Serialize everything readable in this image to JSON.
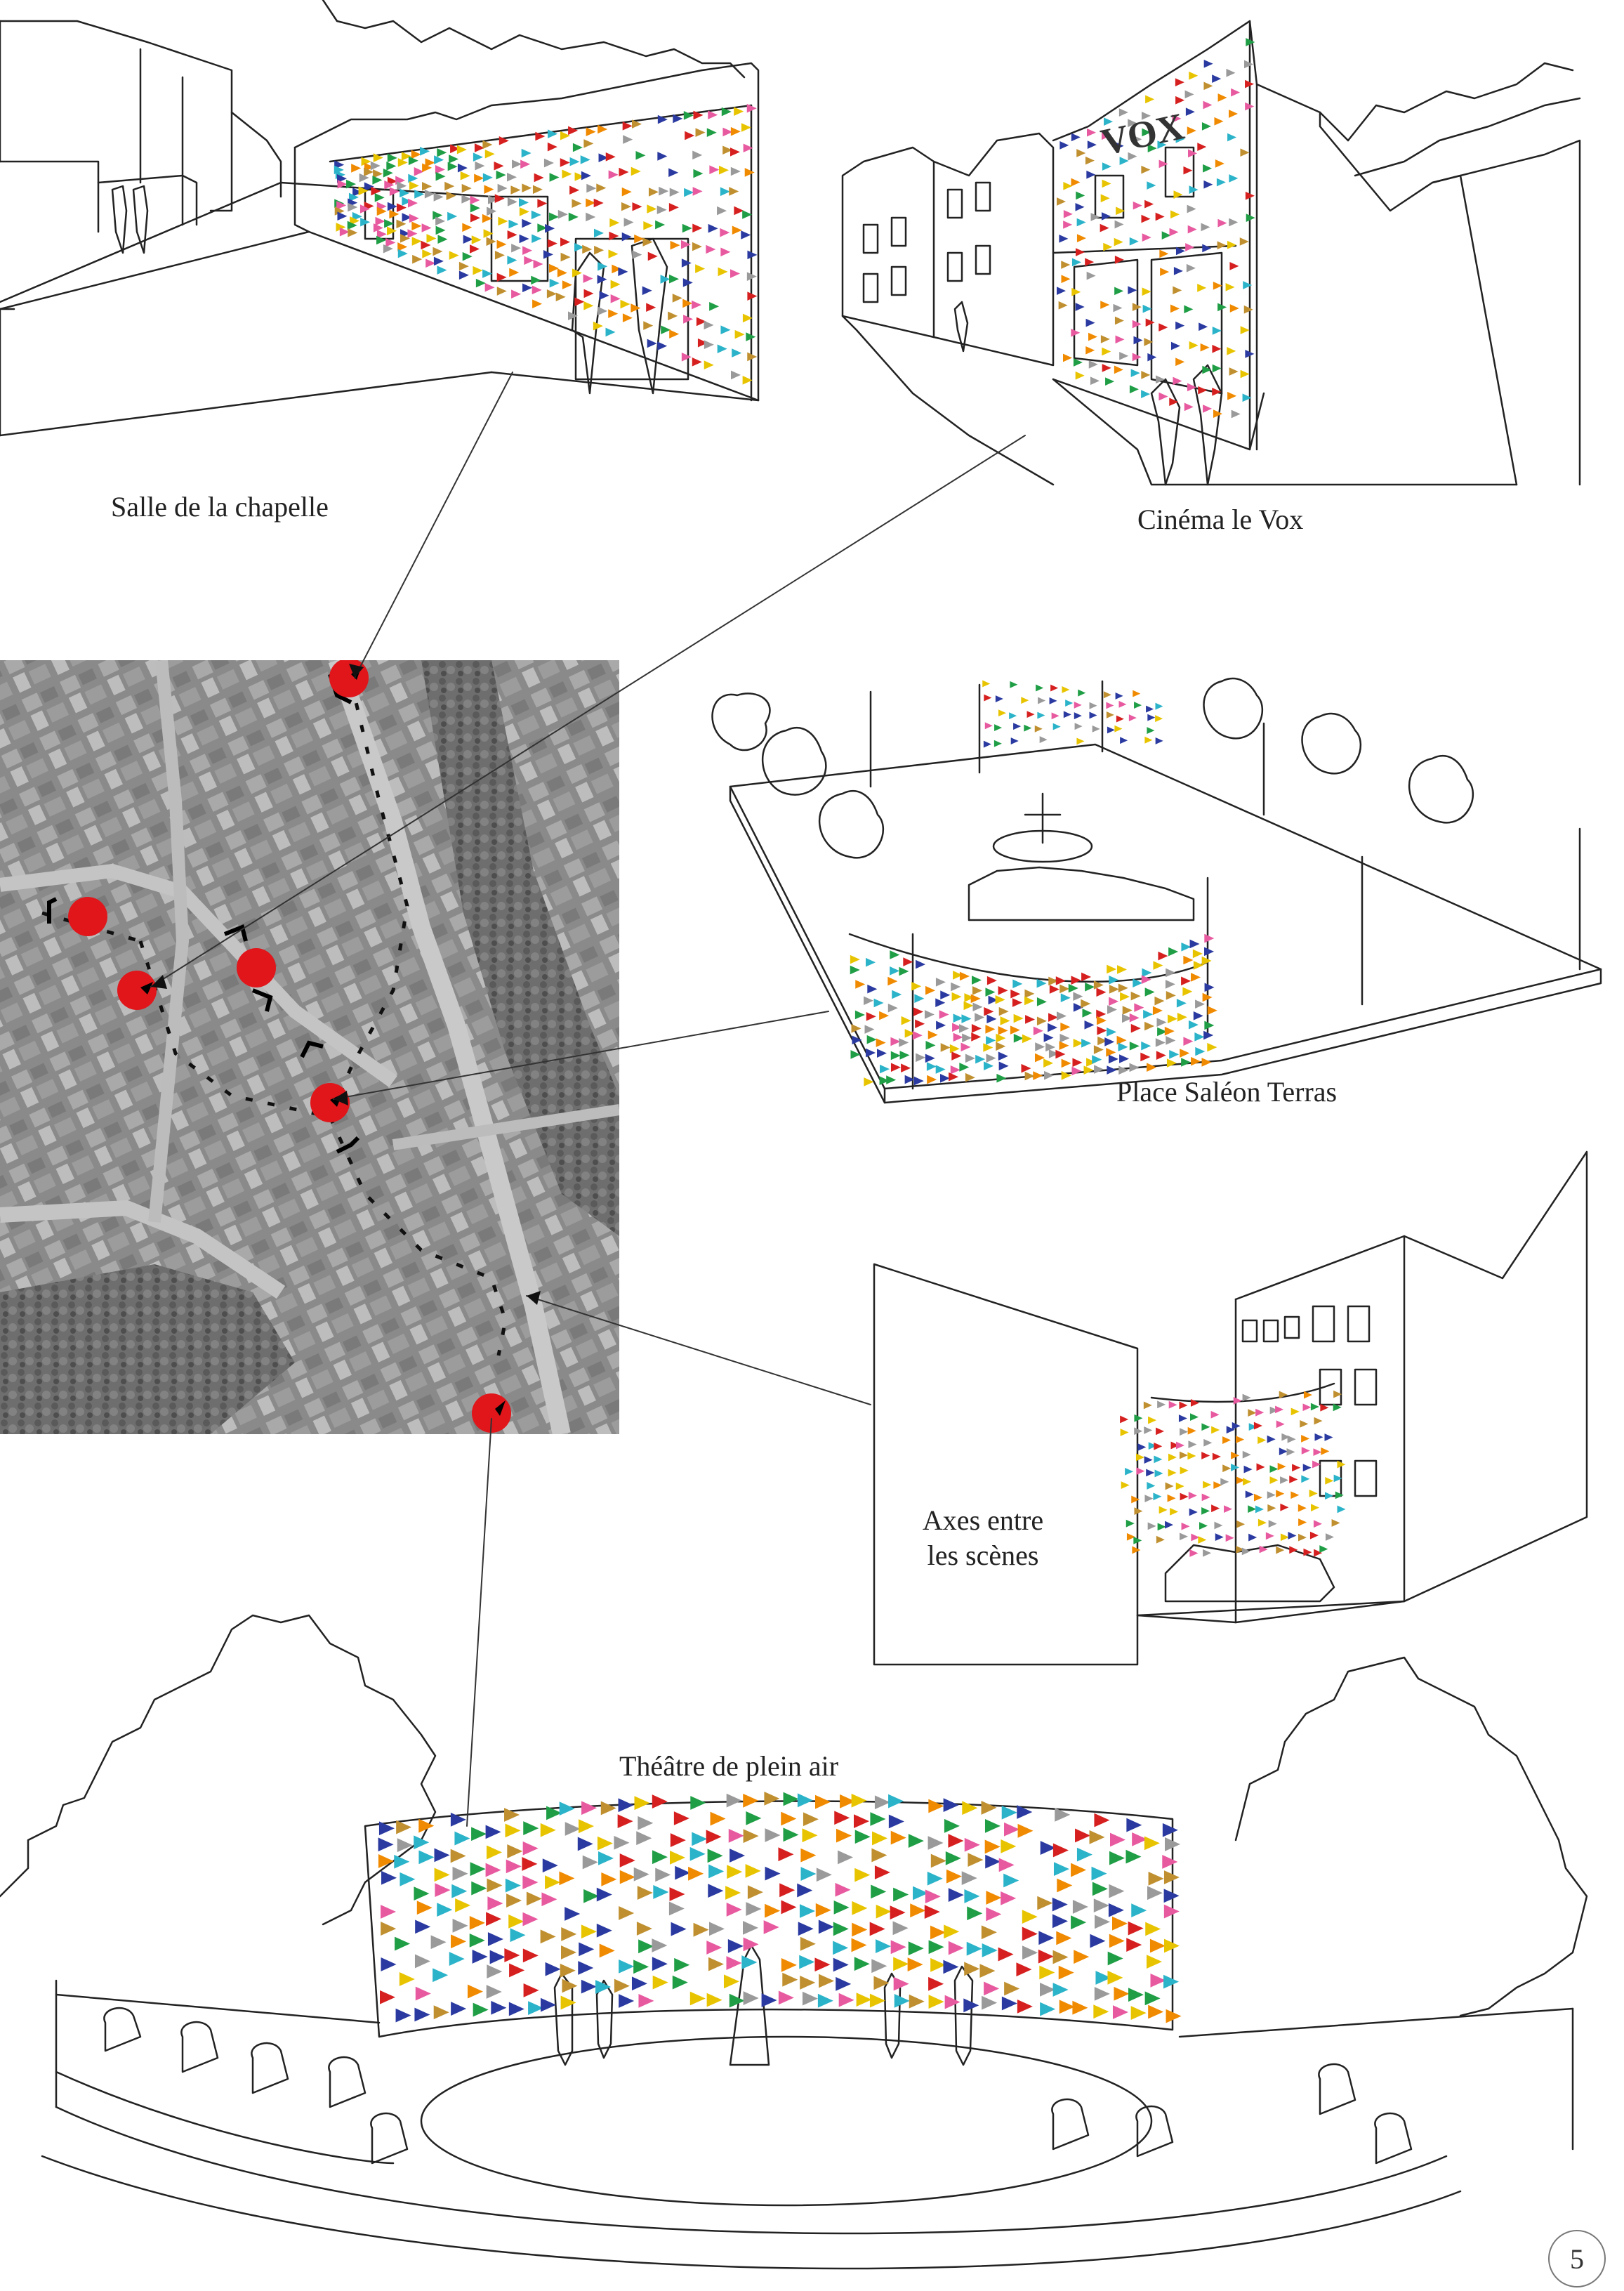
{
  "labels": {
    "chapelle": "Salle de la chapelle",
    "cinema": "Cinéma le Vox",
    "place": "Place Saléon Terras",
    "axes_line1": "Axes entre",
    "axes_line2": "les scènes",
    "theatre": "Théâtre de plein air",
    "vox_sign": "VOX"
  },
  "page_number": "5",
  "colors": {
    "marker": "#e0161b",
    "pennant_palette": [
      "#e8c400",
      "#d62020",
      "#2a3aa0",
      "#1f9e46",
      "#e85aa0",
      "#f08a00",
      "#9a9a9a",
      "#2bb3c9",
      "#c09030"
    ]
  }
}
